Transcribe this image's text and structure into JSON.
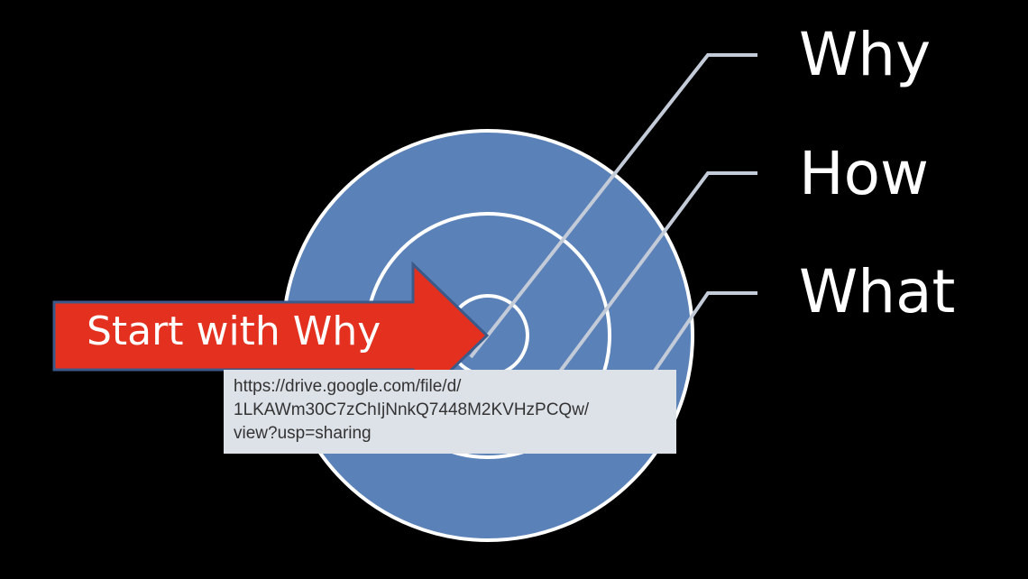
{
  "labels": {
    "why": "Why",
    "how": "How",
    "what": "What"
  },
  "arrow": {
    "text": "Start with Why"
  },
  "tooltip": {
    "lines": [
      "https://drive.google.com/file/d/",
      "1LKAWm30C7zChIjNnkQ7448M2KVHzPCQw/",
      "view?usp=sharing"
    ]
  },
  "colors": {
    "circle": "#5a82b9",
    "arrow": "#e3301f",
    "ring": "#ffffff",
    "leader": "#c4cbd8"
  }
}
